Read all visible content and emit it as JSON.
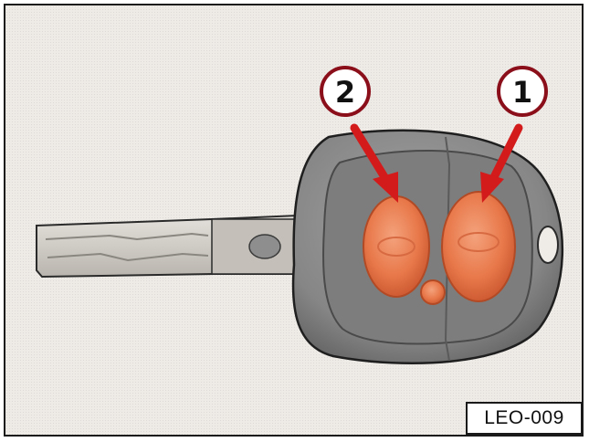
{
  "figure": {
    "code": "LEO-009",
    "callouts": [
      {
        "number": "1",
        "target": "button-one"
      },
      {
        "number": "2",
        "target": "button-two"
      }
    ],
    "colors": {
      "background": "#eeebe7",
      "frame": "#1a1a1a",
      "key_head": "#8a8a8a",
      "key_blade": "#d8d5d0",
      "button": "#e8784a",
      "arrow": "#d31b1b",
      "callout_border": "#8b0f1a"
    }
  }
}
